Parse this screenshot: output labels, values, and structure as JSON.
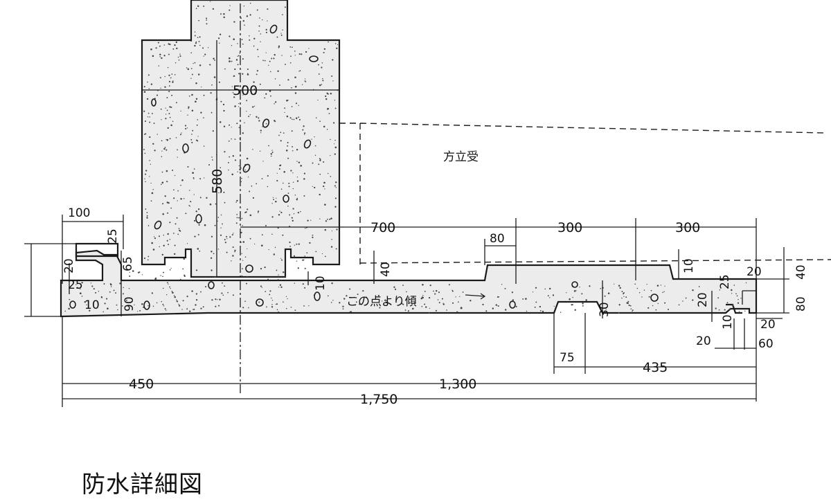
{
  "caption": "防水詳細図",
  "notes": {
    "houdate": "方立受",
    "slope": "この点より傾"
  },
  "dims": {
    "d500": "500",
    "d580": "580",
    "d100": "100",
    "d25a": "25",
    "d20a": "20",
    "d65": "65",
    "d25b": "25",
    "d90": "90",
    "d10a": "10",
    "d10b": "10",
    "d700": "700",
    "d80a": "80",
    "d40a": "40",
    "d300a": "300",
    "d300b": "300",
    "d10c": "10",
    "d20b": "20",
    "d40b": "40",
    "d25c": "25",
    "d80b": "80",
    "d20c": "20",
    "d30": "30",
    "d10d": "10",
    "d20d": "20",
    "d20e": "20",
    "d60": "60",
    "d75": "75",
    "d435": "435",
    "d450": "450",
    "d1300": "1,300",
    "d1750": "1,750"
  }
}
